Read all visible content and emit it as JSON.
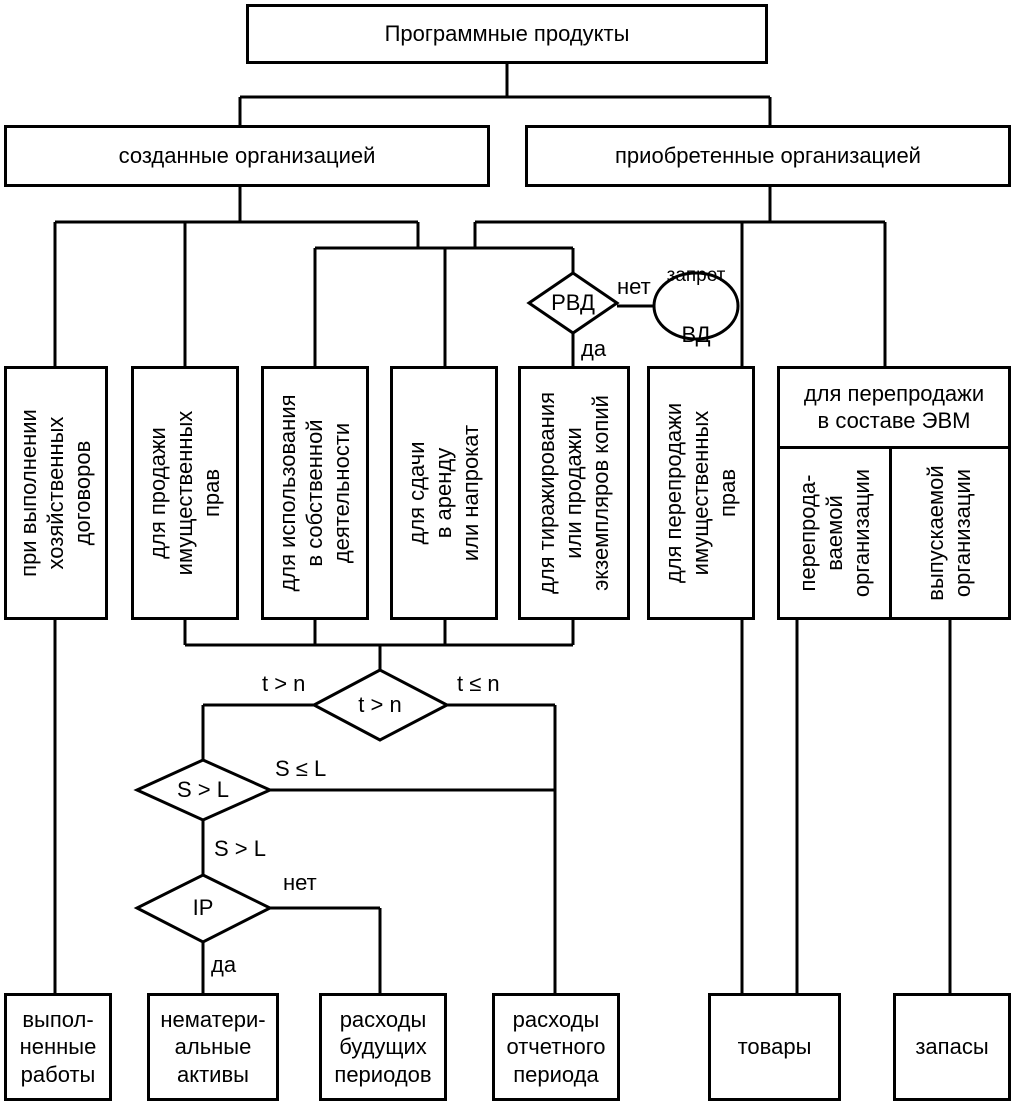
{
  "top": "Программные продукты",
  "level2": {
    "created": "созданные организацией",
    "acquired": "приобретенные организацией"
  },
  "categories": {
    "contracts": "при выполнении\nхозяйственных\nдоговоров",
    "sale_rights": "для продажи\nимущественных\nправ",
    "own_use": "для использования\nв собственной\nдеятельности",
    "rent": "для сдачи\nв аренду\nили напрокат",
    "replication": "для тиражирования\nили продажи\nэкземпляров копий",
    "resale_rights": "для перепродажи\nимущественных\nправ",
    "resale_computer": "для перепродажи\nв составе ЭВМ",
    "resold": "перепрода-\nваемой\nорганизации",
    "produced": "выпускаемой\nорганизации"
  },
  "diamonds": {
    "rvd": "РВД",
    "t": "t > n",
    "s": "S > L",
    "ip": "IP"
  },
  "ellipse": {
    "line1": "запрет",
    "line2": "ВД"
  },
  "labels": {
    "rvd_no": "нет",
    "rvd_yes": "да",
    "t_gt": "t > n",
    "t_le": "t ≤ n",
    "s_le": "S ≤ L",
    "s_gt": "S > L",
    "ip_no": "нет",
    "ip_yes": "да"
  },
  "results": {
    "works": "выпол-\nненные\nработы",
    "intangible": "нематери-\nальные\nактивы",
    "future": "расходы\nбудущих\nпериодов",
    "current": "расходы\nотчетного\nпериода",
    "goods": "товары",
    "inventory": "запасы"
  }
}
